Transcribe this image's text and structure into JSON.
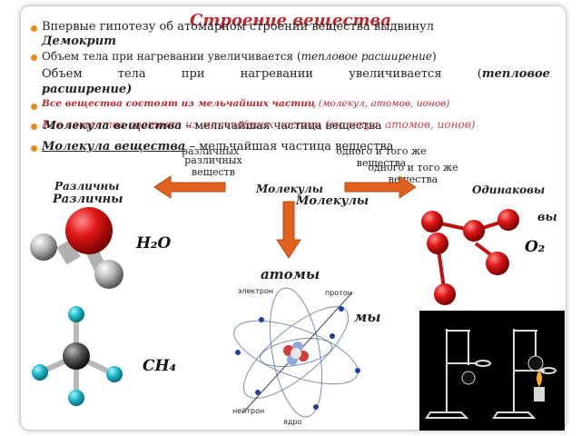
{
  "slide": {
    "title": "Строение вещества",
    "bullet1": "Впервые гипотезу об атомарном строении вещества выдвинул",
    "bullet1_name": "Демокрит",
    "bullet2_main": "Объем тела при нагревании увеличивается (",
    "bullet2_italic": "тепловое расширение",
    "bullet2_end": ")",
    "bullet3_red": "Все вещества состоят из мельчайших частиц",
    "bullet3_paren": "(молекул, атомов, ионов)",
    "bullet4_label": "Молекула вещества",
    "bullet4_text": " – мельчайшая частица вещества",
    "left_caption": "различных веществ",
    "right_caption": "одного и того же вещества",
    "label_different": "Различны",
    "label_molecules": "Молекулы",
    "label_same": "Одинаковы",
    "label_atoms": "атомы",
    "formula_h2o": "H₂O",
    "formula_ch4": "CH₄",
    "formula_o2": "O₂",
    "atom_labels": {
      "electron": "электрон",
      "proton": "протон",
      "neutron": "нейтрон",
      "nucleus": "ядро"
    }
  },
  "colors": {
    "title": "#c0272d",
    "arrow": "#e0611e",
    "bullet": "#e58b1a"
  }
}
